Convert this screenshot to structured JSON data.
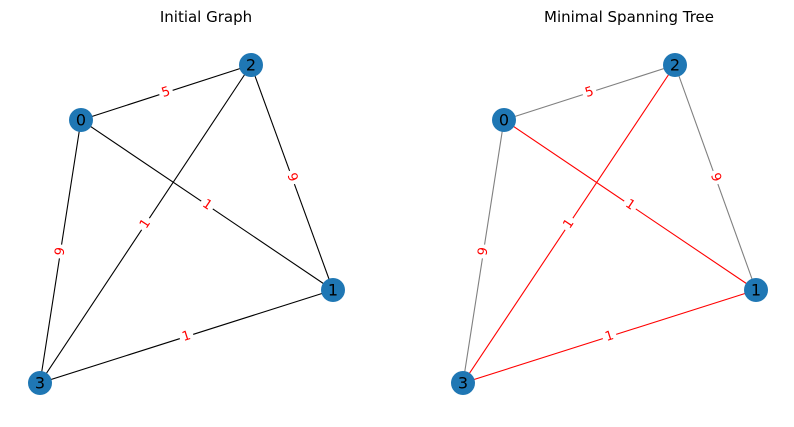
{
  "colors": {
    "node_fill": "#1f77b4",
    "edge_default": "#000000",
    "edge_non_tree": "#808080",
    "edge_tree": "#ff0000",
    "label_color": "#ff0000"
  },
  "panels": [
    {
      "title": "Initial Graph",
      "nodes": [
        {
          "id": "0"
        },
        {
          "id": "1"
        },
        {
          "id": "2"
        },
        {
          "id": "3"
        }
      ],
      "edges": [
        {
          "from": "0",
          "to": "2",
          "weight": "5",
          "highlight": "default"
        },
        {
          "from": "0",
          "to": "1",
          "weight": "1",
          "highlight": "default"
        },
        {
          "from": "0",
          "to": "3",
          "weight": "9",
          "highlight": "default"
        },
        {
          "from": "2",
          "to": "1",
          "weight": "9",
          "highlight": "default"
        },
        {
          "from": "2",
          "to": "3",
          "weight": "1",
          "highlight": "default"
        },
        {
          "from": "1",
          "to": "3",
          "weight": "1",
          "highlight": "default"
        }
      ]
    },
    {
      "title": "Minimal Spanning Tree",
      "nodes": [
        {
          "id": "0"
        },
        {
          "id": "1"
        },
        {
          "id": "2"
        },
        {
          "id": "3"
        }
      ],
      "edges": [
        {
          "from": "0",
          "to": "2",
          "weight": "5",
          "highlight": "non_tree"
        },
        {
          "from": "0",
          "to": "1",
          "weight": "1",
          "highlight": "tree"
        },
        {
          "from": "0",
          "to": "3",
          "weight": "9",
          "highlight": "non_tree"
        },
        {
          "from": "2",
          "to": "1",
          "weight": "9",
          "highlight": "non_tree"
        },
        {
          "from": "2",
          "to": "3",
          "weight": "1",
          "highlight": "tree"
        },
        {
          "from": "1",
          "to": "3",
          "weight": "1",
          "highlight": "tree"
        }
      ]
    }
  ]
}
